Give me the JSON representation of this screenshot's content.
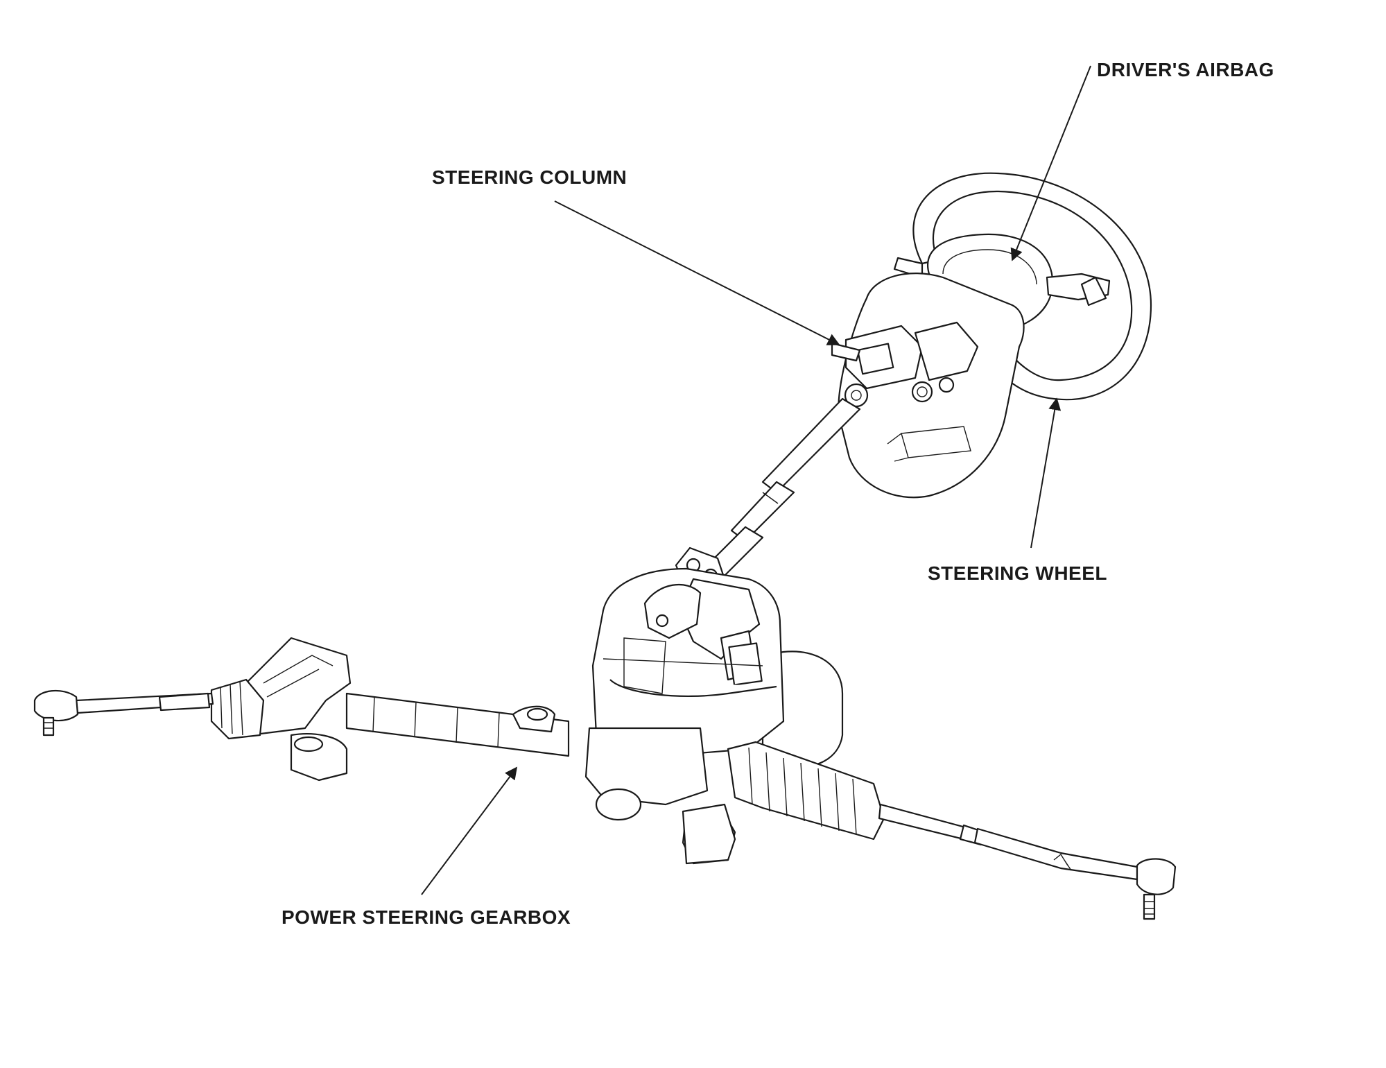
{
  "labels": {
    "drivers_airbag": "DRIVER'S AIRBAG",
    "steering_column": "STEERING COLUMN",
    "steering_wheel": "STEERING WHEEL",
    "power_steering_gearbox": "POWER STEERING GEARBOX"
  },
  "colors": {
    "line": "#1a1a1a",
    "background": "#ffffff"
  }
}
